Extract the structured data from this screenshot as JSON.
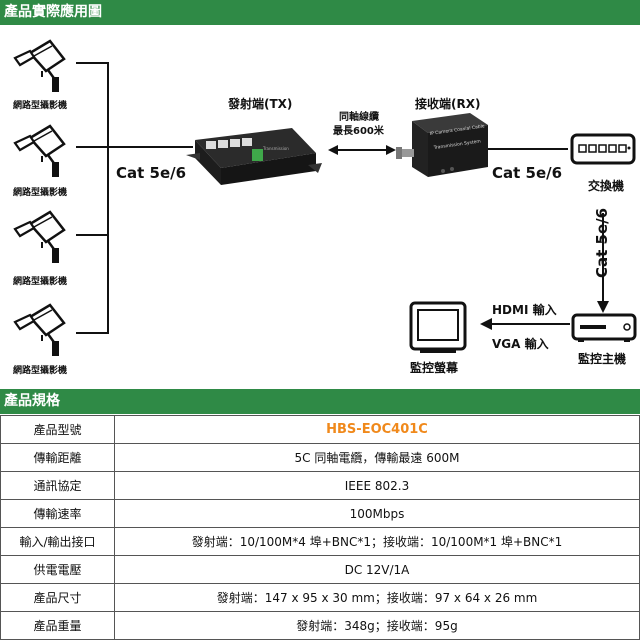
{
  "headers": {
    "diagram_title": "產品實際應用圖",
    "spec_title": "產品規格"
  },
  "diagram": {
    "camera_label": "網路型攝影機",
    "cameras": [
      "網路型攝影機",
      "網路型攝影機",
      "網路型攝影機",
      "網路型攝影機"
    ],
    "cat_left": "Cat 5e/6",
    "tx_label": "發射端(TX)",
    "coax_line1": "同軸線纜",
    "coax_line2": "最長600米",
    "rx_label": "接收端(RX)",
    "rx_device_text1": "IP Camera Coaxial Cable",
    "rx_device_text2": "Transmission System",
    "cat_right": "Cat 5e/6",
    "switch_label": "交換機",
    "cat_vertical": "Cat 5e/6",
    "hdmi_label": "HDMI 輸入",
    "vga_label": "VGA 輸入",
    "monitor_label": "監控螢幕",
    "nvr_label": "監控主機",
    "colors": {
      "header_bg": "#2f8a46",
      "model_text": "#f0891b"
    }
  },
  "spec": {
    "rows": [
      {
        "key": "產品型號",
        "value": "HBS-EOC401C"
      },
      {
        "key": "傳輸距離",
        "value": "5C 同軸電纜，傳輸最遠 600M"
      },
      {
        "key": "通訊協定",
        "value": "IEEE 802.3"
      },
      {
        "key": "傳輸速率",
        "value": "100Mbps"
      },
      {
        "key": "輸入/輸出接口",
        "value": "發射端：10/100M*4 埠+BNC*1；接收端：10/100M*1 埠+BNC*1"
      },
      {
        "key": "供電電壓",
        "value": "DC 12V/1A"
      },
      {
        "key": "產品尺寸",
        "value": "發射端：147 x 95 x 30 mm；接收端：97 x 64 x 26 mm"
      },
      {
        "key": "產品重量",
        "value": "發射端：348g；接收端：95g"
      }
    ]
  }
}
